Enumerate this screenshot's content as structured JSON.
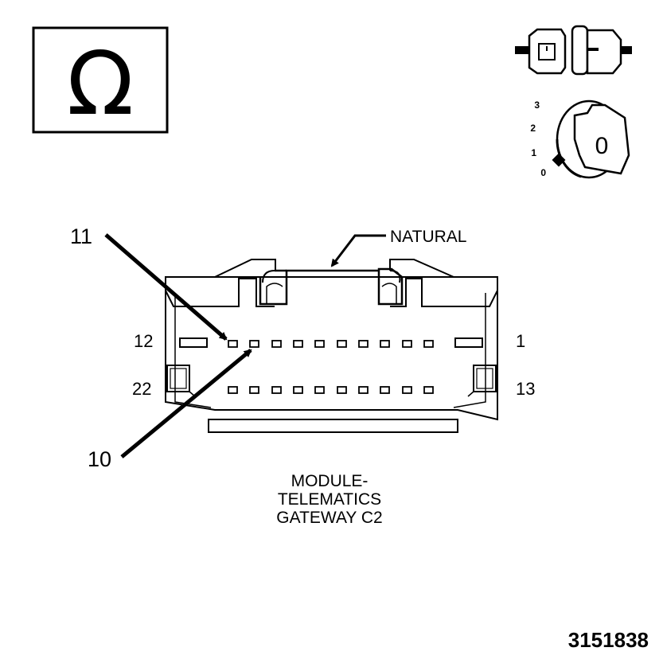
{
  "ohm_symbol": "Ω",
  "ignition": {
    "positions": [
      "3",
      "2",
      "1",
      "0"
    ],
    "key_label": "0"
  },
  "connector": {
    "color_label": "NATURAL",
    "caption": [
      "MODULE-",
      "TELEMATICS",
      "GATEWAY C2"
    ],
    "pin_labels": {
      "top_left": "12",
      "top_right": "1",
      "bottom_left": "22",
      "bottom_right": "13"
    },
    "callouts": {
      "upper": "11",
      "lower": "10"
    }
  },
  "figure_number": "3151838"
}
